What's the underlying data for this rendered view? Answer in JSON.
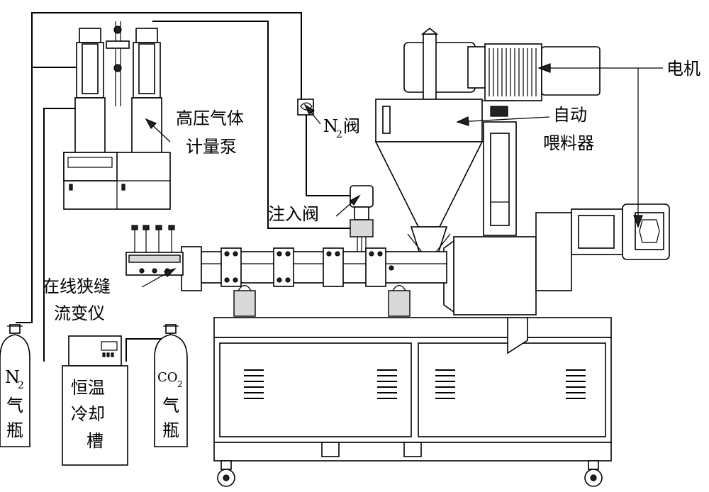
{
  "labels": {
    "motor": "电机",
    "feeder_line1": "自动",
    "feeder_line2": "喂料器",
    "pump_line1": "高压气体",
    "pump_line2": "计量泵",
    "n2_valve_main": "N",
    "n2_valve_sub": "2",
    "n2_valve_suffix": "阀",
    "inject_valve": "注入阀",
    "rheometer_line1": "在线狭缝",
    "rheometer_line2": "流变仪",
    "n2_bottle_main": "N",
    "n2_bottle_sub": "2",
    "n2_bottle_line2": "气",
    "n2_bottle_line3": "瓶",
    "chiller_line1": "恒温",
    "chiller_line2": "冷却",
    "chiller_line3": "槽",
    "co2_bottle_main": "CO",
    "co2_bottle_sub": "2",
    "co2_bottle_line2": "气",
    "co2_bottle_line3": "瓶"
  }
}
